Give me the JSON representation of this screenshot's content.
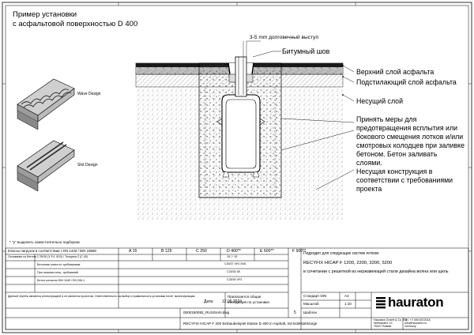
{
  "title": {
    "line1": "Пример установки",
    "line2": "с асфальтовой поверхностью D 400"
  },
  "designs": {
    "wave": "Wave Design",
    "slot": "Slot Design"
  },
  "callout_top": "3-5 mm долговечный выступ",
  "callouts": {
    "bitumen": "Битумный шов",
    "top_asphalt": "Верхний слой асфальта",
    "base_asphalt": "Подстилающий слой асфальта",
    "load_layer": "Несущий слой",
    "measures": [
      "Принять меры для",
      "предотвращения всплытия или",
      "бокового смещения лотков и/или",
      "смотровых колодцев при заливке",
      "бетоном. Бетон заливать",
      "слоями."
    ],
    "support": [
      "Несущая конструкция в",
      "соответствии с требованиями",
      "проекта"
    ]
  },
  "footnote": "* \"y\" выделить самостоятельно подбором",
  "table": {
    "row_label": "Классы нагрузок в соответствии с EN 1433 / DIN 19580",
    "classes": [
      "A 15",
      "B 125",
      "C 250",
      "D 400**",
      "E 600**",
      "F 900**"
    ],
    "rows": [
      {
        "label": "Основание из бетона C 25/30 (X F4, XD3) / Толщина 2 (C 40)",
        "values": [
          "15 / * 15"
        ]
      },
      {
        "label": "",
        "values": [
          "C30/37 XF4 XM1"
        ]
      },
      {
        "label": "",
        "values": [
          "C25/30 XE"
        ]
      },
      {
        "label": "",
        "values": [
          "C25/30 XF3"
        ]
      }
    ],
    "left_notes": [
      "Бетонная плита по требованиям",
      "При наличии спец. требований",
      "Бетон согласно DIN 1045 / EN 206-1"
    ],
    "disclaimer": "Данный чертёж является иллюстрацией и не является проектом. Ответственность за выбор и правильность установки несёт проектировщик.",
    "date_label": "Дата:",
    "date": "12.06.2024",
    "drawing_no": "0000150092_RUSSIAN.dwg",
    "page": "5",
    "note_box": [
      "Прилагается общая",
      "инструкция по установке."
    ],
    "footer": "RECYFIX HICAP F 200 Einbaubeispiel Klasse D 400 in Asphalt, mit Edelstahlzarge"
  },
  "right_panel": {
    "suitable": "Подходит для следующих систем лотков:",
    "product": "RECYFIX HICAP F 1200, 2200, 3200, 5200",
    "desc": "в сочетании с решеткой из нержавеющей стали дизайна волна или щель",
    "std_label": "Стандарт DIN",
    "std_val": "A4",
    "scale_label": "Масштаб",
    "scale_val": "1:10",
    "sheet_label": "Шаблон",
    "company": "Hauraton GmbH & Co. KG",
    "address": [
      "Werkstraße 13",
      "76437 Rastatt",
      "Germany"
    ],
    "phone": "Tel. +7 495 8372018",
    "email": "info@hauraton.ru",
    "brand": "hauraton"
  },
  "colors": {
    "asphalt_dark": "#1a1a1a",
    "asphalt_base": "#6e6e6e",
    "hatch": "#444444",
    "line": "#000000"
  }
}
